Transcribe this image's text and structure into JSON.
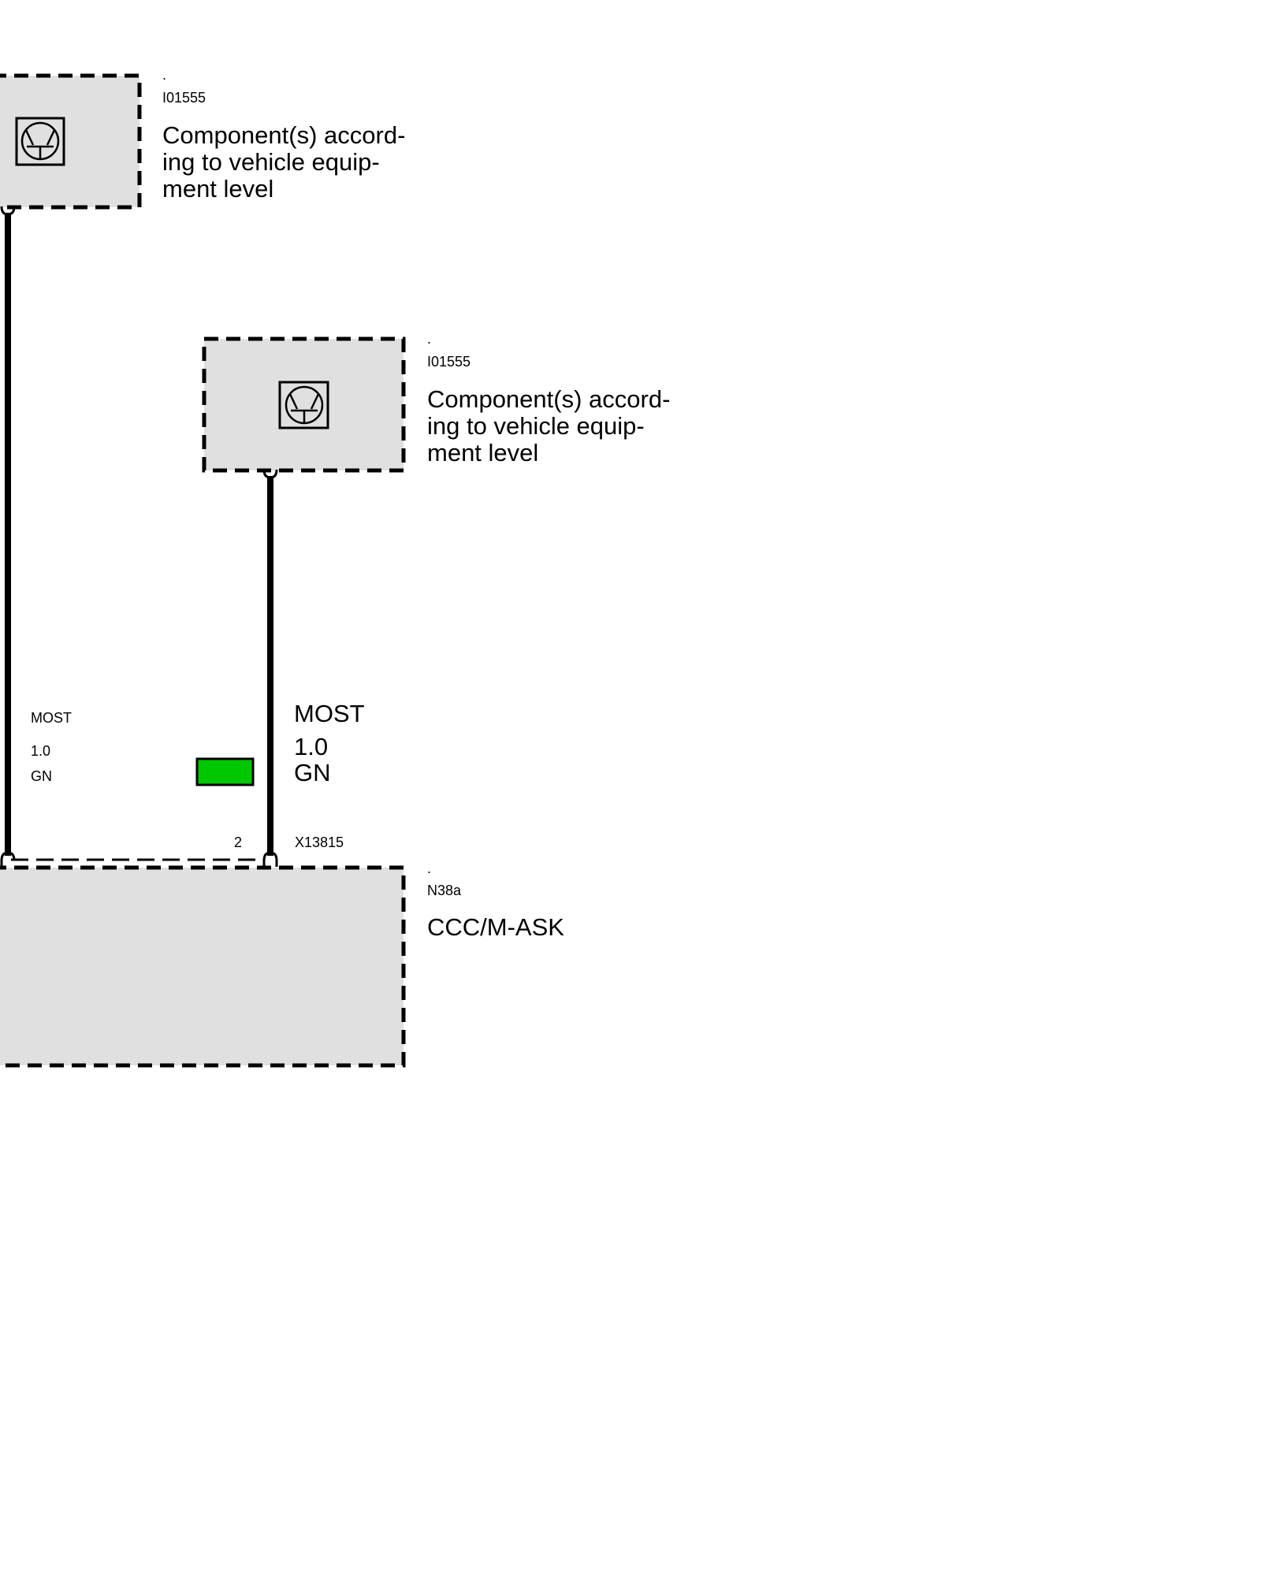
{
  "components": [
    {
      "dot": ".",
      "id": "I01555",
      "description": "Component(s) accord-\ning to vehicle equip-\nment level"
    },
    {
      "dot": ".",
      "id": "I01555",
      "description": "Component(s) accord-\ning to vehicle equip-\nment level"
    },
    {
      "dot": ".",
      "id": "N38a",
      "description": "CCC/M-ASK"
    }
  ],
  "wires": [
    {
      "bus": "MOST",
      "cross_section": "1.0",
      "color_code": "GN"
    },
    {
      "bus": "MOST",
      "cross_section": "1.0",
      "color_code": "GN",
      "color_hex": "#00c800"
    }
  ],
  "connector": {
    "pin": "2",
    "id": "X13815"
  }
}
